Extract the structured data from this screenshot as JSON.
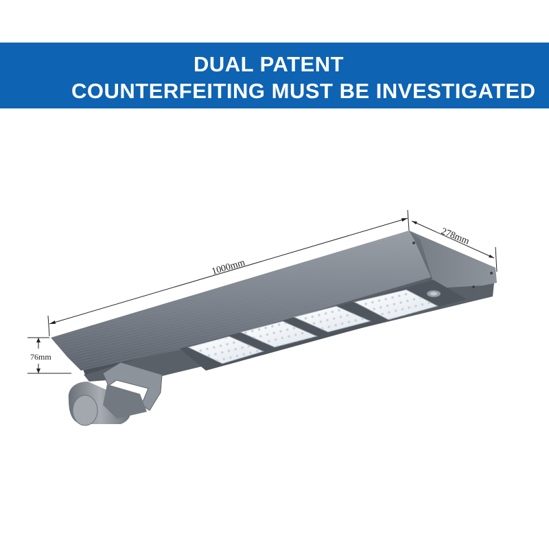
{
  "banner": {
    "line1": "DUAL PATENT",
    "line2": "COUNTERFEITING MUST BE INVESTIGATED",
    "background_color": "#0e63b3"
  },
  "product": {
    "dimensions": {
      "length": "1000mm",
      "width": "278mm",
      "height": "76mm"
    },
    "led_module_count": 4
  }
}
